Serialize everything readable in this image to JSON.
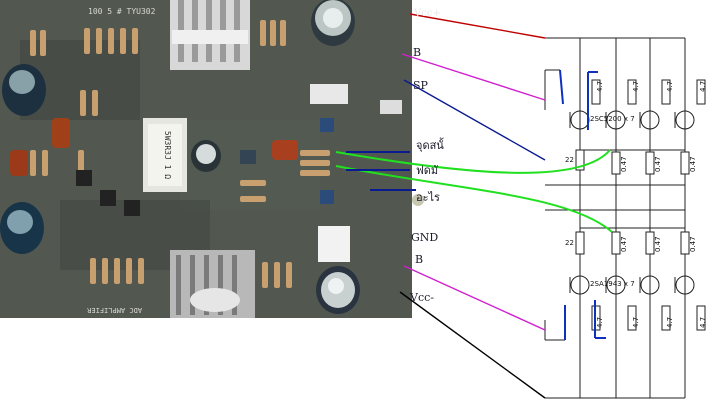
{
  "photo": {
    "board_top_print": "100 5 # TYU302",
    "board_bottom_print": "ADC AMPLIFIER",
    "transformer_print": "5W3R3J 1 Ω"
  },
  "labels": {
    "vcc_pos": "Vcc+",
    "b_top": "B",
    "sp": "SP",
    "gnd": "GND",
    "b_bottom": "B",
    "vcc_neg": "Vcc-",
    "thai_1": "จุดสนั้",
    "thai_2": "ฟดมั",
    "thai_3": "อะไร"
  },
  "schematic": {
    "r_top": [
      "4.7",
      "4.7",
      "4.7",
      "4.7"
    ],
    "r_mid_top": [
      "22",
      "0.47",
      "0.47",
      "0.47"
    ],
    "r_mid_bot": [
      "22",
      "0.47",
      "0.47",
      "0.47"
    ],
    "r_bottom": [
      "4.7",
      "4.7",
      "4.7",
      "4.7"
    ],
    "tr_top_label": "2SC5200 x 7",
    "tr_bot_label": "2SA1943 x 7"
  },
  "colors": {
    "board": "#4a5048",
    "wire_red": "#c00000",
    "wire_magenta": "#d020d0",
    "wire_blue": "#0a1a90",
    "wire_green": "#20e020",
    "wire_black": "#000000",
    "schematic_line": "#202020"
  }
}
